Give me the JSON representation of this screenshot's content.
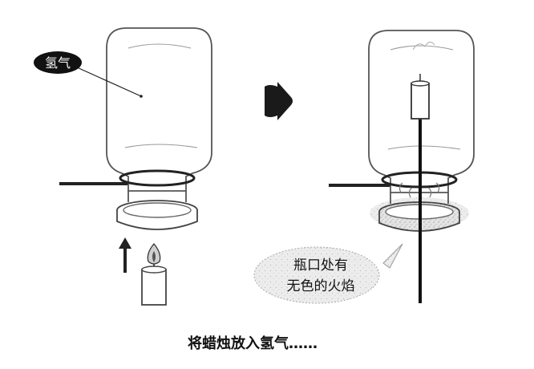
{
  "left_panel": {
    "gas_label": "氢气"
  },
  "right_panel": {
    "callout_line1": "瓶口处有",
    "callout_line2": "无色的火焰"
  },
  "caption": "将蜡烛放入氢气……"
}
